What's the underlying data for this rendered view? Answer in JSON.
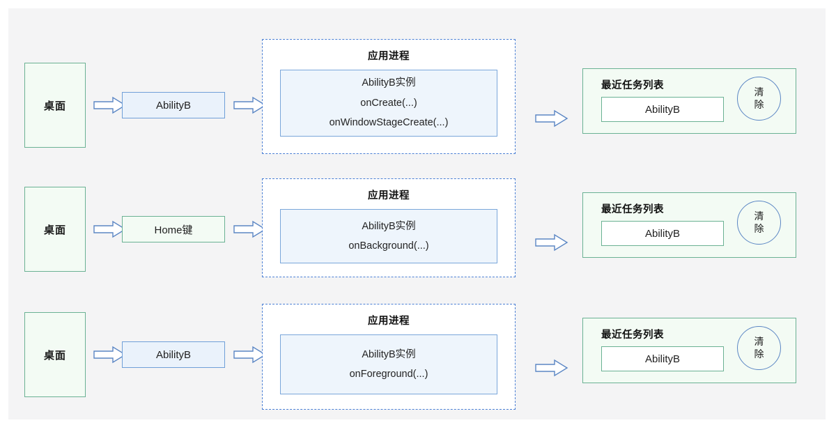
{
  "diagram": {
    "title": "Ability lifecycle with recent task list",
    "colors": {
      "canvas_bg": "#f4f4f5",
      "green_border": "#6ab193",
      "green_fill": "#f3fbf4",
      "blue_border": "#6f9fd8",
      "blue_fill": "#eaf2fb",
      "instance_border": "#7aa6da",
      "instance_fill": "#eef5fc",
      "dashed_border": "#4a7fd4",
      "arrow_stroke": "#5b86c4",
      "clear_border": "#5b86c4",
      "text": "#1a1a1a"
    },
    "labels": {
      "desktop": "桌面",
      "process_title": "应用进程",
      "instance_name": "AbilityB实例",
      "tasks_title": "最近任务列表",
      "task_item": "AbilityB",
      "clear_line1": "清",
      "clear_line2": "除",
      "arrow_icon": "block-arrow-right-icon"
    },
    "rows": [
      {
        "id": "row-launch",
        "desktop": "桌面",
        "trigger": {
          "label": "AbilityB",
          "style": "blue"
        },
        "process": {
          "title": "应用进程",
          "instance_lines": [
            "AbilityB实例",
            "onCreate(...)",
            "onWindowStageCreate(...)"
          ]
        },
        "tasks": {
          "title": "最近任务列表",
          "items": [
            "AbilityB"
          ],
          "clear": [
            "清",
            "除"
          ]
        }
      },
      {
        "id": "row-home-key",
        "desktop": "桌面",
        "trigger": {
          "label": "Home键",
          "style": "green"
        },
        "process": {
          "title": "应用进程",
          "instance_lines": [
            "AbilityB实例",
            "onBackground(...)"
          ]
        },
        "tasks": {
          "title": "最近任务列表",
          "items": [
            "AbilityB"
          ],
          "clear": [
            "清",
            "除"
          ]
        }
      },
      {
        "id": "row-foreground",
        "desktop": "桌面",
        "trigger": {
          "label": "AbilityB",
          "style": "blue"
        },
        "process": {
          "title": "应用进程",
          "instance_lines": [
            "AbilityB实例",
            "onForeground(...)"
          ]
        },
        "tasks": {
          "title": "最近任务列表",
          "items": [
            "AbilityB"
          ],
          "clear": [
            "清",
            "除"
          ]
        }
      }
    ]
  }
}
